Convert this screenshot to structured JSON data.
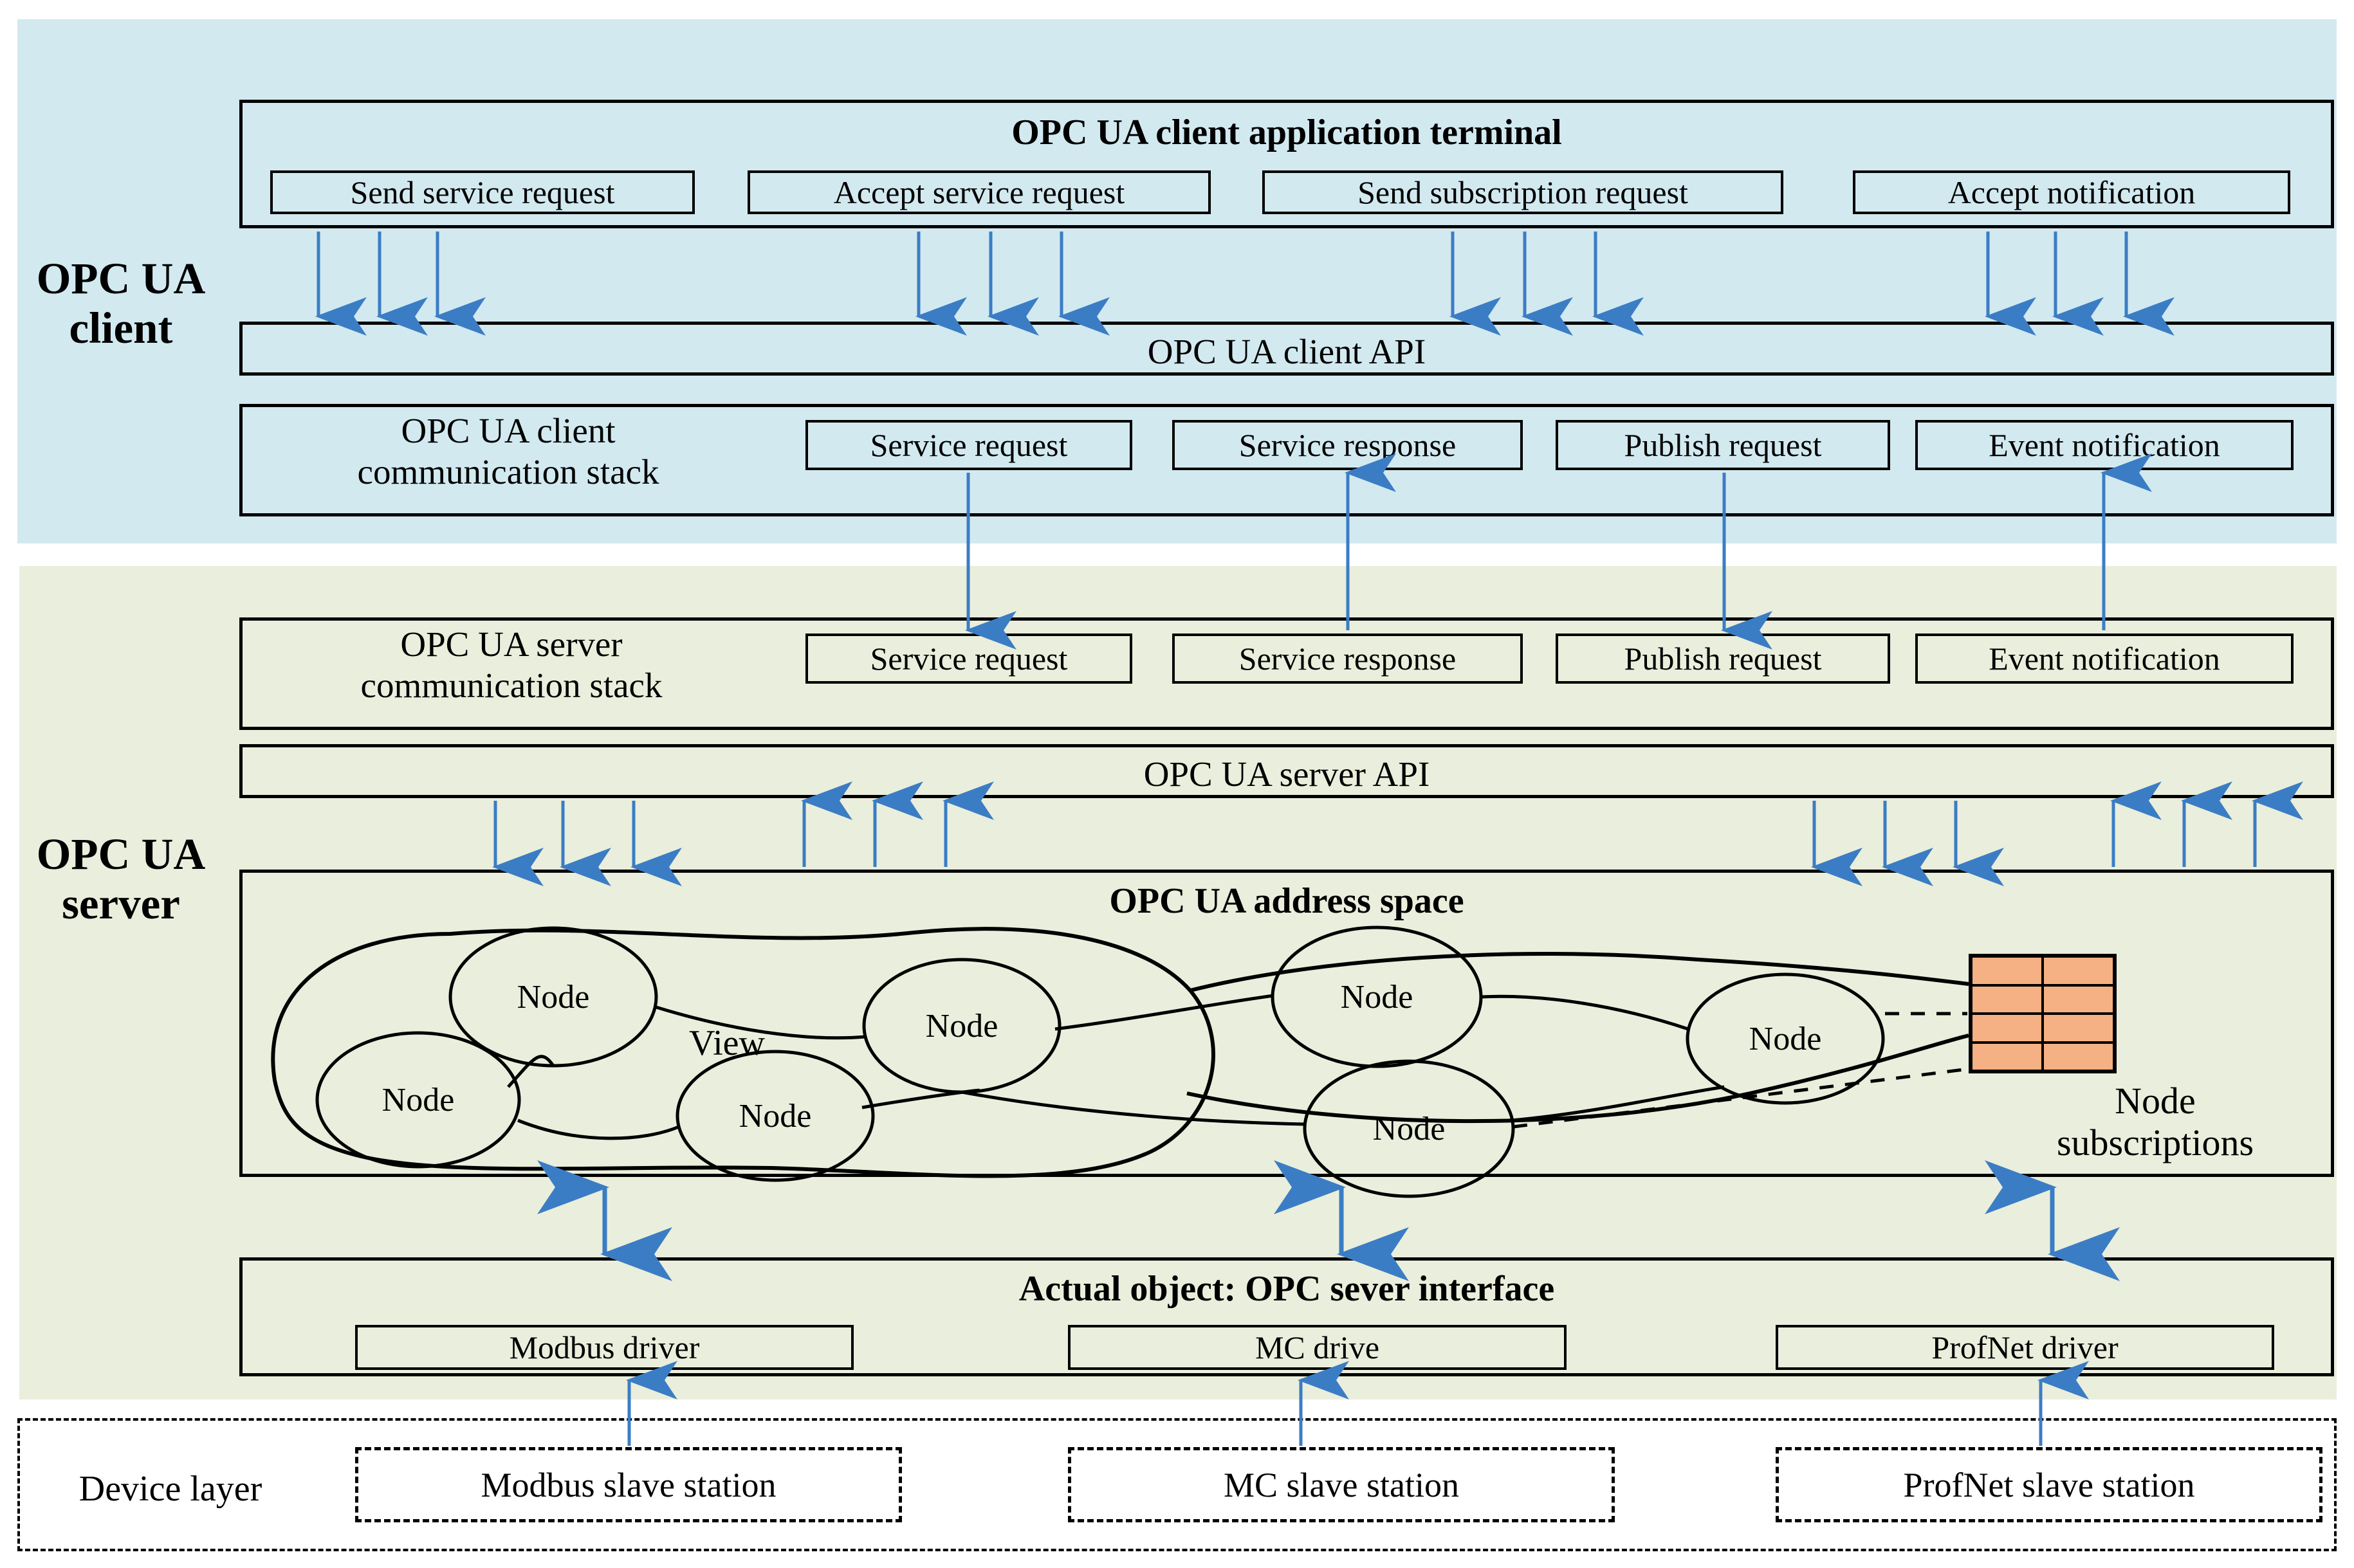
{
  "zones": {
    "client": {
      "label": "OPC UA\nclient",
      "bg": "#d2e9f0"
    },
    "server": {
      "label": "OPC UA\nserver",
      "bg": "#eaeedc"
    },
    "device": {
      "label": "Device layer",
      "bg": "#ffffff"
    }
  },
  "client": {
    "app_terminal": {
      "title": "OPC UA client application terminal",
      "items": [
        "Send service request",
        "Accept service request",
        "Send subscription request",
        "Accept notification"
      ]
    },
    "api": {
      "title": "OPC UA client API"
    },
    "comm_stack": {
      "title": "OPC UA client\ncommunication stack",
      "items": [
        "Service request",
        "Service response",
        "Publish request",
        "Event notification"
      ]
    }
  },
  "server": {
    "comm_stack": {
      "title": "OPC UA server\ncommunication stack",
      "items": [
        "Service request",
        "Service response",
        "Publish request",
        "Event notification"
      ]
    },
    "api": {
      "title": "OPC UA server API"
    },
    "address_space": {
      "title": "OPC UA address space",
      "view_label": "View",
      "nodes": [
        "Node",
        "Node",
        "Node",
        "Node",
        "Node",
        "Node",
        "Node"
      ],
      "subscriptions_caption": "Node\nsubscriptions",
      "subscription_color": "#f5b183",
      "subscription_rows": 4,
      "subscription_cols": 2
    },
    "interface": {
      "title": "Actual object: OPC sever interface",
      "drivers": [
        "Modbus driver",
        "MC drive",
        "ProfNet driver"
      ]
    }
  },
  "device": {
    "label": "Device layer",
    "stations": [
      "Modbus slave station",
      "MC slave station",
      "ProfNet slave station"
    ]
  },
  "colors": {
    "arrow": "#3b7dc4",
    "line": "#000000",
    "orange": "#f5b183"
  }
}
